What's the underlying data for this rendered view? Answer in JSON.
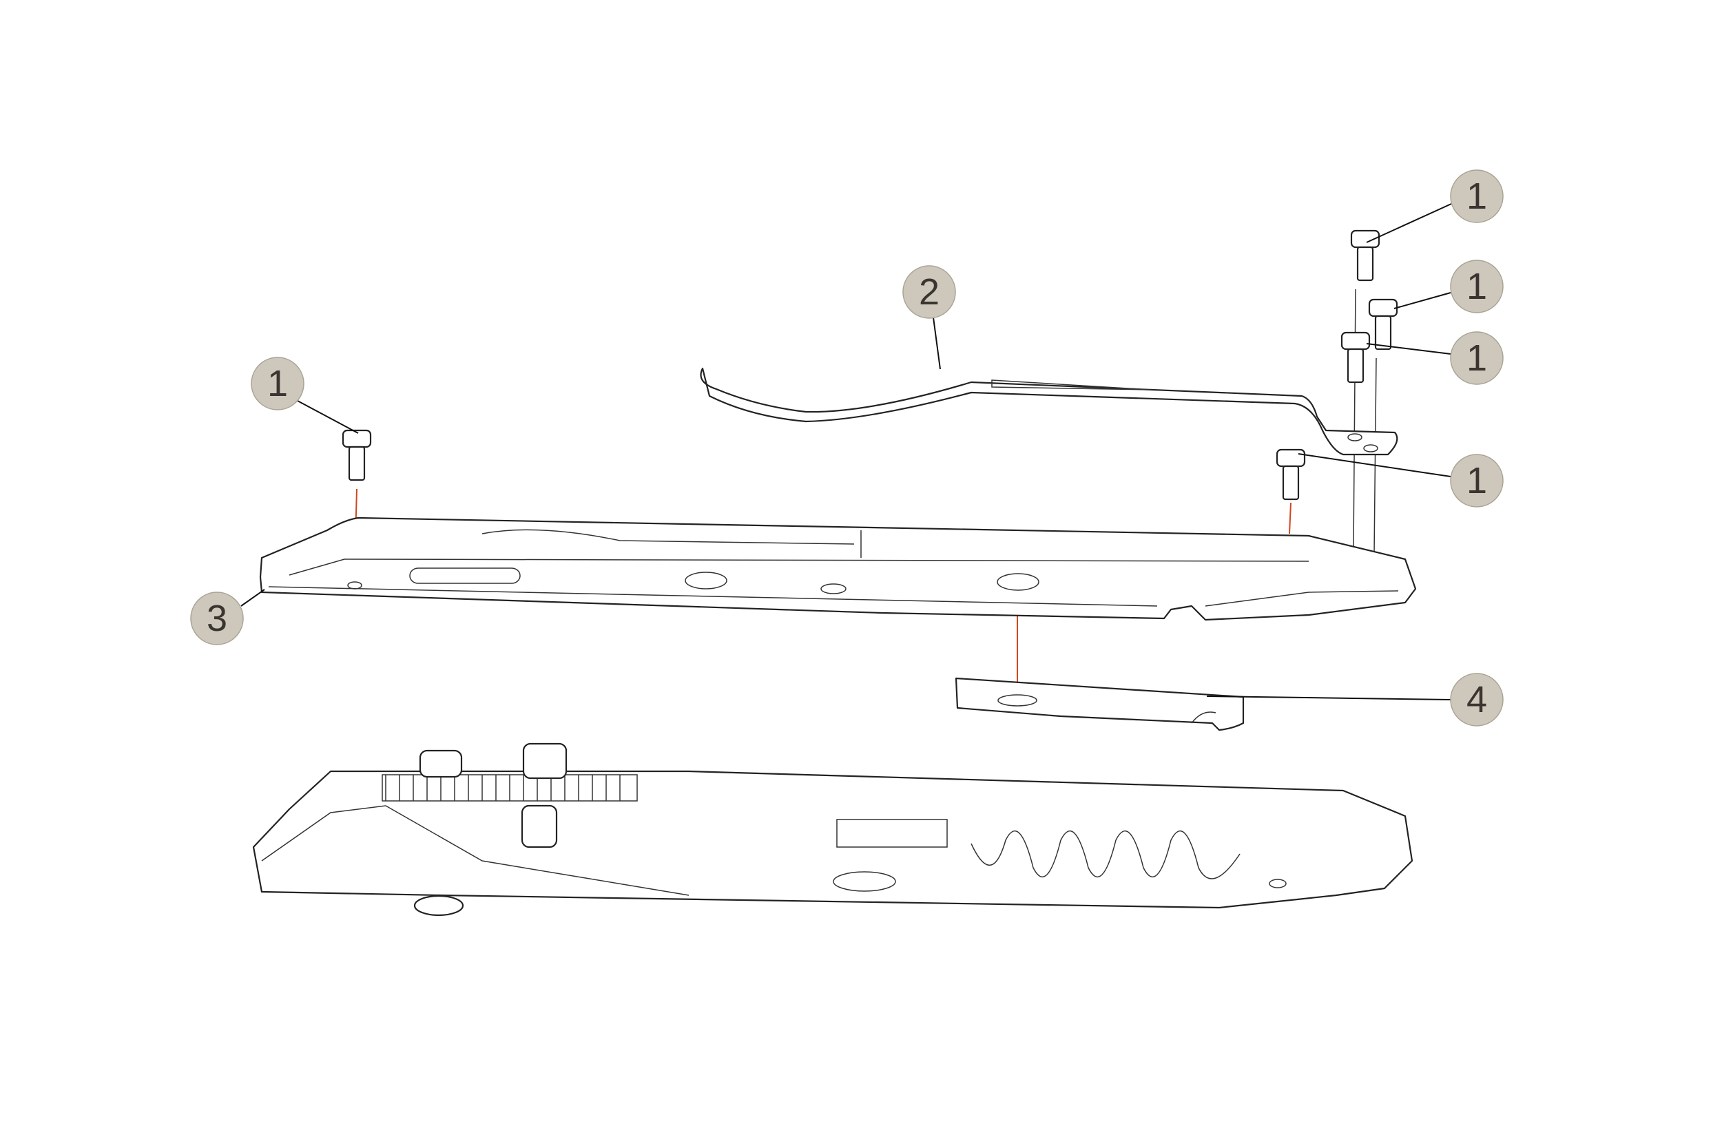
{
  "callouts": [
    {
      "label": "1",
      "part": "screw"
    },
    {
      "label": "1",
      "part": "screw"
    },
    {
      "label": "1",
      "part": "screw"
    },
    {
      "label": "1",
      "part": "screw"
    },
    {
      "label": "1",
      "part": "screw"
    },
    {
      "label": "2",
      "part": "pocket-clip"
    },
    {
      "label": "3",
      "part": "handle-scale"
    },
    {
      "label": "4",
      "part": "liner-lock-bar"
    }
  ],
  "colors": {
    "callout_fill": "#cdc8bb",
    "axis_line": "#d2461e",
    "outline": "#222222"
  }
}
